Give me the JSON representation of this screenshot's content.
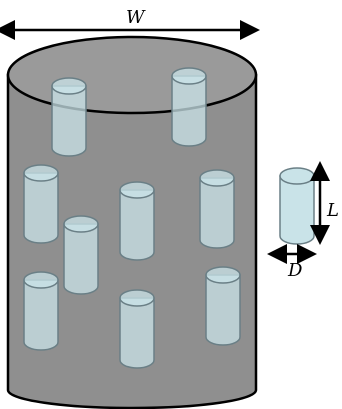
{
  "labels": {
    "width": "W",
    "length": "L",
    "diameter": "D"
  },
  "colors": {
    "container_fill": "#8f8f8f",
    "container_top": "#999999",
    "rod_fill": "#c9e3e8",
    "rod_stroke": "#6a7f86",
    "outline": "#000000"
  }
}
